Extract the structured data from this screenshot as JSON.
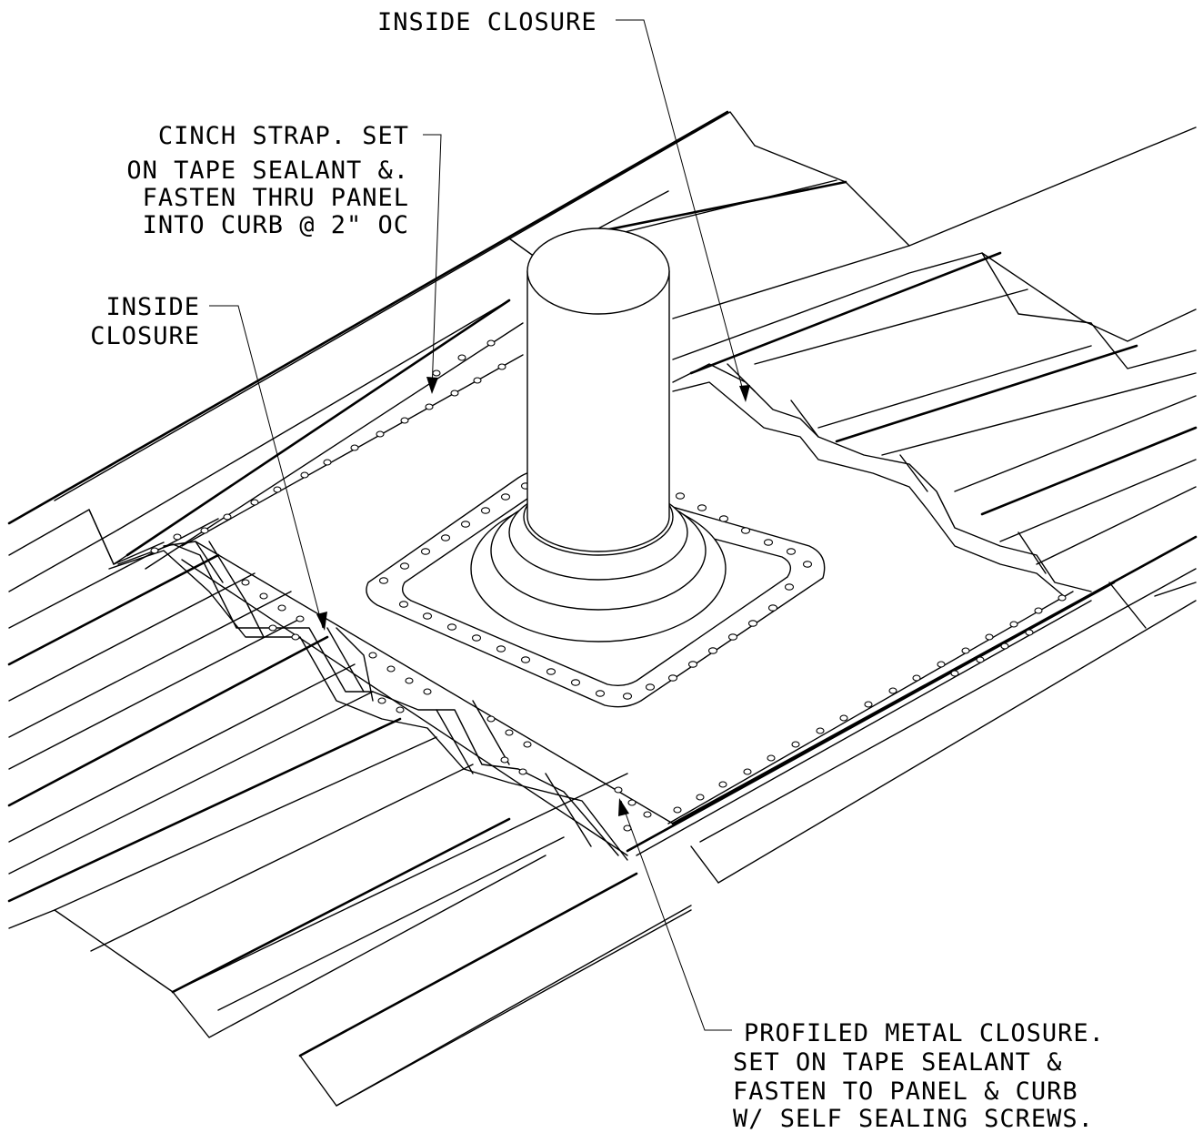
{
  "callouts": {
    "inside_closure_top": [
      "INSIDE CLOSURE"
    ],
    "cinch_strap": [
      "CINCH STRAP. SET",
      "ON TAPE SEALANT &.",
      "FASTEN THRU PANEL",
      "INTO CURB @ 2\" OC"
    ],
    "inside_closure_left": [
      "INSIDE",
      "CLOSURE"
    ],
    "profiled_metal_closure": [
      "PROFILED METAL CLOSURE.",
      "SET ON TAPE SEALANT &",
      "FASTEN TO PANEL & CURB",
      "W/ SELF SEALING SCREWS."
    ]
  }
}
